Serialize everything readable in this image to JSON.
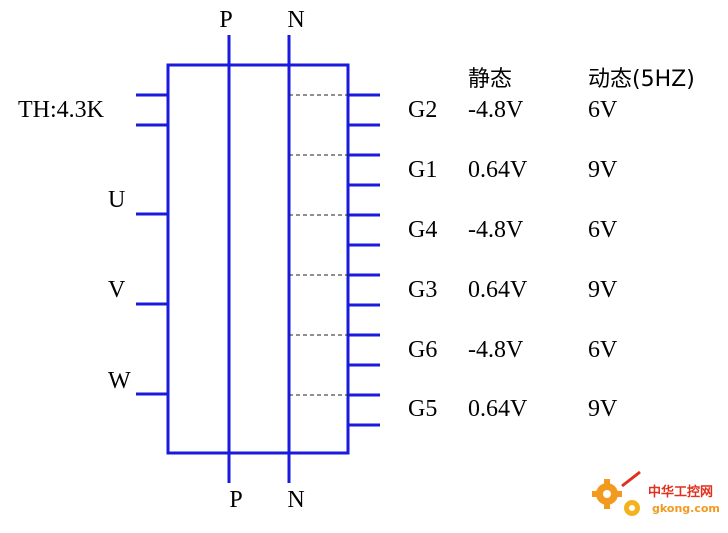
{
  "colors": {
    "wire": "#1a1adc",
    "text": "#000000",
    "dashed": "#222222",
    "watermark_red": "#e0301e",
    "watermark_orange": "#f39a1e"
  },
  "top_labels": {
    "p": "P",
    "n": "N"
  },
  "bottom_labels": {
    "p": "P",
    "n": "N"
  },
  "left_labels": {
    "th": "TH:4.3K",
    "u": "U",
    "v": "V",
    "w": "W"
  },
  "table": {
    "headers": {
      "static": "静态",
      "dynamic": "动态(5HZ)"
    },
    "rows": [
      {
        "gate": "G2",
        "static": "-4.8V",
        "dynamic": "6V"
      },
      {
        "gate": "G1",
        "static": "0.64V",
        "dynamic": "9V"
      },
      {
        "gate": "G4",
        "static": "-4.8V",
        "dynamic": "6V"
      },
      {
        "gate": "G3",
        "static": "0.64V",
        "dynamic": "9V"
      },
      {
        "gate": "G6",
        "static": "-4.8V",
        "dynamic": "6V"
      },
      {
        "gate": "G5",
        "static": "0.64V",
        "dynamic": "9V"
      }
    ]
  },
  "watermark": {
    "cn": "中华工控网",
    "url": "gkong.com"
  }
}
